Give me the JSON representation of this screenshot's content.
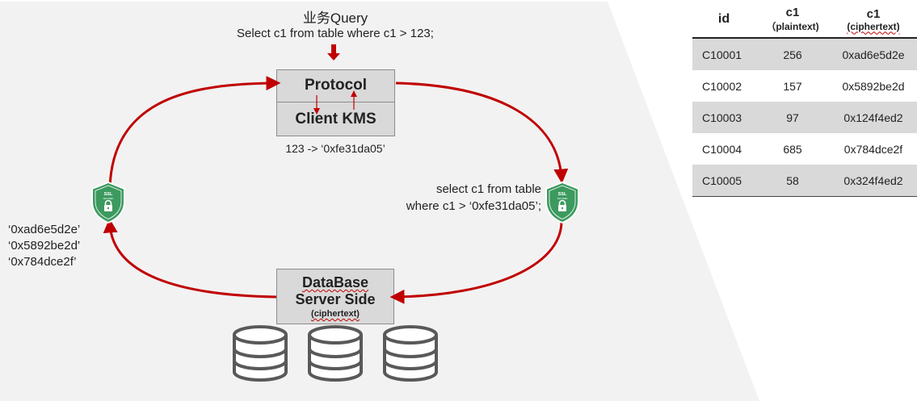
{
  "query": {
    "title": "业务Query",
    "sql": "Select c1 from table where c1 > 123;"
  },
  "protocol_box": {
    "top_label": "Protocol",
    "bottom_label": "Client KMS"
  },
  "mapping_label": "123 -> ‘0xfe31da05’",
  "rewritten_query": {
    "line1": "select c1 from table",
    "line2": "where c1 > ‘0xfe31da05’;"
  },
  "database_box": {
    "line1": "DataBase",
    "line2": "Server Side",
    "line3": "(ciphertext)"
  },
  "returned_ciphertexts": [
    "‘0xad6e5d2e’",
    "‘0x5892be2d’",
    "‘0x784dce2f’"
  ],
  "ssl_badge": {
    "line1": "SSL",
    "line2": "SECURED"
  },
  "colors": {
    "arrow": "#c00000",
    "box_fill": "#d9d9d9",
    "background_shape": "#f2f2f2",
    "shield": "#3c9a5f"
  },
  "table": {
    "headers": [
      {
        "main": "id",
        "sub": ""
      },
      {
        "main": "c1",
        "sub": "（plaintext)"
      },
      {
        "main": "c1",
        "sub": "(ciphertext)"
      }
    ],
    "rows": [
      [
        "C10001",
        "256",
        "0xad6e5d2e"
      ],
      [
        "C10002",
        "157",
        "0x5892be2d"
      ],
      [
        "C10003",
        "97",
        "0x124f4ed2"
      ],
      [
        "C10004",
        "685",
        "0x784dce2f"
      ],
      [
        "C10005",
        "58",
        "0x324f4ed2"
      ]
    ]
  },
  "icons": [
    "shield-lock-icon",
    "database-icon",
    "arrow-down-icon"
  ]
}
